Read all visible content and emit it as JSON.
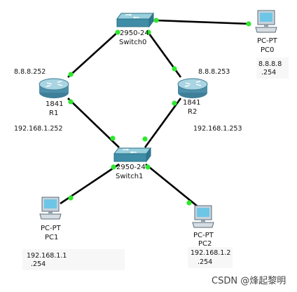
{
  "devices": {
    "switch0": {
      "model": "2950-24",
      "name": "Switch0"
    },
    "switch1": {
      "model": "2950-24",
      "name": "Switch1"
    },
    "r1": {
      "model": "1841",
      "name": "R1"
    },
    "r2": {
      "model": "1841",
      "name": "R2"
    },
    "pc0": {
      "model": "PC-PT",
      "name": "PC0"
    },
    "pc1": {
      "model": "PC-PT",
      "name": "PC1"
    },
    "pc2": {
      "model": "PC-PT",
      "name": "PC2"
    }
  },
  "addresses": {
    "r1_top": "8.8.8.252",
    "r2_top": "8.8.8.253",
    "pc0_line1": "8.8.8.8",
    "pc0_line2": ".254",
    "r1_bottom": "192.168.1.252",
    "r2_bottom": "192.168.1.253",
    "pc1_line1": "192.168.1.1",
    "pc1_line2": ".254",
    "pc2_line1": "192.168.1.2",
    "pc2_line2": ".254"
  },
  "watermark": "CSDN @烽起黎明",
  "colors": {
    "link": "#000000",
    "port": "#2ee82e"
  }
}
